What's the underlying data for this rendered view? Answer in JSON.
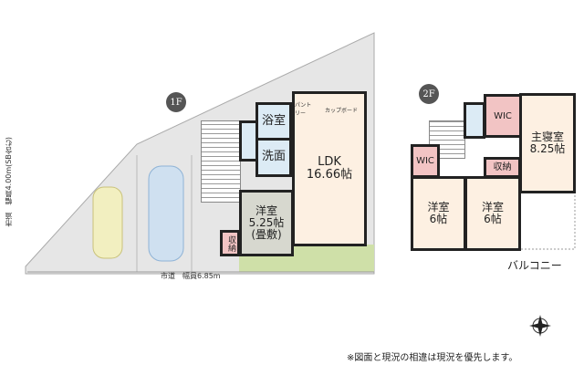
{
  "floor1": {
    "label": "1F",
    "rooms": {
      "bath": "浴室",
      "washroom": "洗面",
      "ldk": "LDK",
      "ldk_size": "16.66帖",
      "western": "洋室",
      "western_size": "5.25帖",
      "western_note": "(畳敷)",
      "storage": "収納",
      "pantry": "パントリー",
      "cupboard": "カップボード"
    },
    "road_side": "市道　幅員4.00m(SB含む)",
    "road_front": "市道　幅員6.85m"
  },
  "floor2": {
    "label": "2F",
    "rooms": {
      "wic_top": "WIC",
      "wic_left": "WIC",
      "master": "主寝室",
      "master_size": "8.25帖",
      "storage": "収納",
      "western1": "洋室",
      "western1_size": "6帖",
      "western2": "洋室",
      "western2_size": "6帖"
    },
    "balcony": "バルコニー"
  },
  "note": "※図面と現況の相違は現況を優先します。",
  "colors": {
    "living": "#fdf0e2",
    "wet": "#dcebf5",
    "storage": "#f2c4c4",
    "tatami": "#d7d8cf",
    "lot": "#e4e4e4",
    "garden": "#cfe0a8"
  }
}
